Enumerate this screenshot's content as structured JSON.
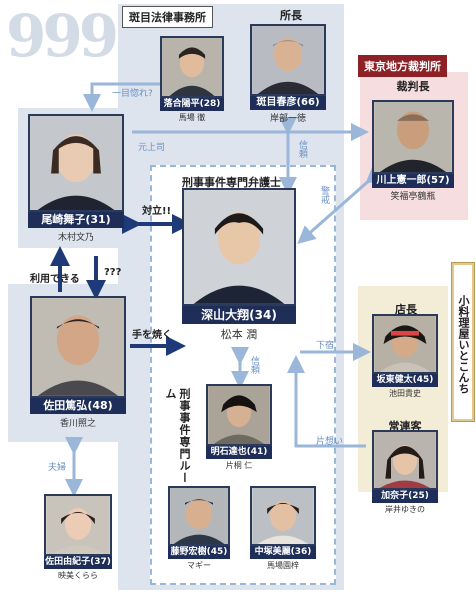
{
  "logo": "999",
  "regions": {
    "madarame_firm": "斑目法律事務所",
    "criminal_lawyers": "刑事事件専門弁護士",
    "criminal_room": "刑事事件専門ルーム",
    "tokyo_court": "東京地方裁判所",
    "izakaya": "小料理屋いとこんち"
  },
  "roles": {
    "shochou": "所長",
    "saibanchou": "裁判長",
    "tenchou": "店長",
    "jouren": "常連客"
  },
  "characters": {
    "ochiai": {
      "name": "落合陽平",
      "age": "(28)",
      "actor": "馬場 徹"
    },
    "madarame": {
      "name": "斑目春彦",
      "age": "(66)",
      "actor": "岸部一徳"
    },
    "ozaki": {
      "name": "尾崎舞子",
      "age": "(31)",
      "actor": "木村文乃"
    },
    "kawakami": {
      "name": "川上憲一郎",
      "age": "(57)",
      "actor": "笑福亭鶴瓶"
    },
    "miyama": {
      "name": "深山大翔",
      "age": "(34)",
      "actor": "松本 潤"
    },
    "sada": {
      "name": "佐田篤弘",
      "age": "(48)",
      "actor": "香川照之"
    },
    "akashi": {
      "name": "明石達也",
      "age": "(41)",
      "actor": "片桐 仁"
    },
    "sakamoto": {
      "name": "坂東健太",
      "age": "(45)",
      "actor": "池田貴史"
    },
    "kanako": {
      "name": "加奈子",
      "age": "(25)",
      "actor": "岸井ゆきの"
    },
    "fujino": {
      "name": "藤野宏樹",
      "age": "(45)",
      "actor": "マギー"
    },
    "nakatsuka": {
      "name": "中塚美麗",
      "age": "(36)",
      "actor": "馬場園梓"
    },
    "yukiko": {
      "name": "佐田由紀子",
      "age": "(37)",
      "actor": "映美くらら"
    }
  },
  "relations": {
    "hitomebore": "一目惚れ?",
    "motojoushi": "元上司",
    "shinrai1": "信頼",
    "keikai": "警戒",
    "tairitsu": "対立!!",
    "riyou": "利用できる",
    "question": "???",
    "tewoyaku": "手を焼く",
    "shinrai2": "信頼",
    "geshuku": "下宿",
    "kataomoi": "片想い",
    "fuufu": "夫婦"
  },
  "colors": {
    "navy": "#1e2e58",
    "arrow_light": "#9ab6d8",
    "arrow_dark": "#1e3a78",
    "court_red": "#8e2126",
    "izakaya_gold": "#e2c88c"
  }
}
